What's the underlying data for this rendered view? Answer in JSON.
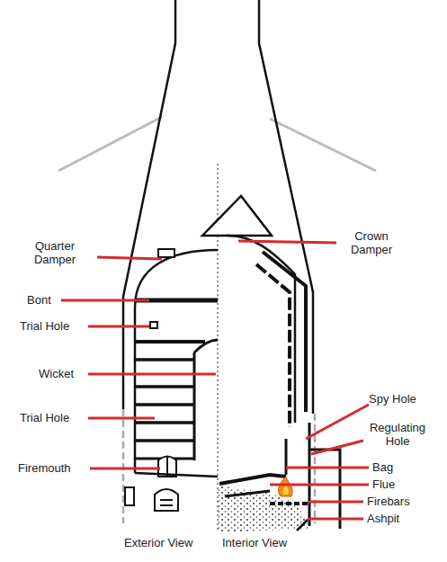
{
  "diagram": {
    "labels": [
      "Quarter Damper",
      "Crown Damper",
      "Bont",
      "Trial Hole",
      "Wicket",
      "Spy Hole",
      "Regulating Hole",
      "Trial Hole",
      "Bag",
      "Firemouth",
      "Flue",
      "Firebars",
      "Ashpit",
      "Exterior View",
      "Interior View"
    ]
  }
}
